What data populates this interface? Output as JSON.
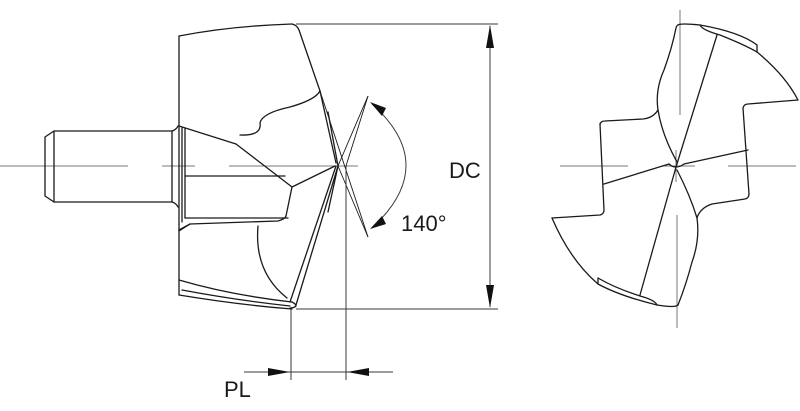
{
  "drawing": {
    "type": "technical drawing",
    "subject": "drill tip side view and end view",
    "views": [
      "side-view",
      "end-view"
    ]
  },
  "labels": {
    "diameter": "DC",
    "point_angle": "140°",
    "point_length": "PL"
  },
  "colors": {
    "line": "#1a1a1a",
    "centerline": "#7a7a7a",
    "background": "#ffffff"
  }
}
